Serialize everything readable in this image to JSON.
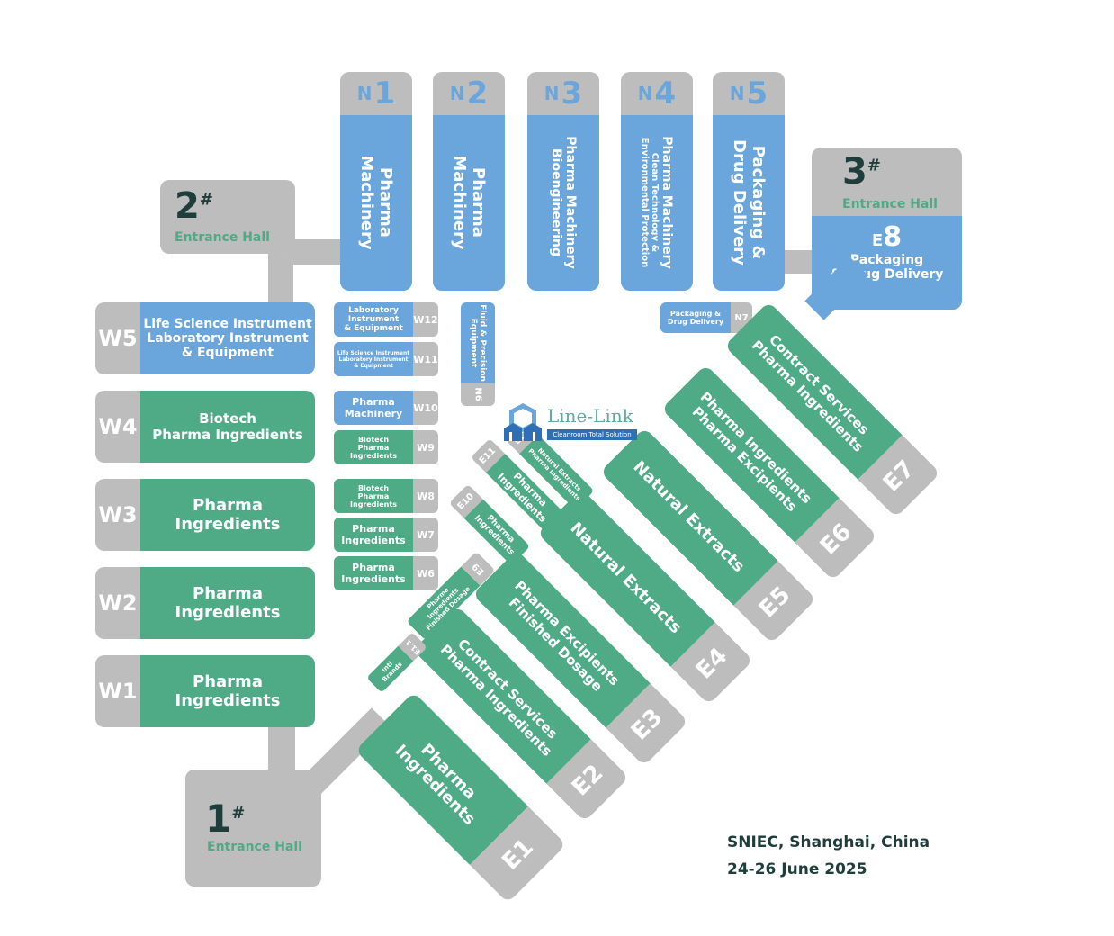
{
  "entrances": {
    "e1": {
      "num": "1",
      "mark": "#",
      "label": "Entrance Hall"
    },
    "e2": {
      "num": "2",
      "mark": "#",
      "label": "Entrance Hall"
    },
    "e3": {
      "num": "3",
      "mark": "#",
      "label": "Entrance Hall"
    }
  },
  "west": [
    {
      "code": "W5",
      "lines": [
        "Life Science Instrument",
        "Laboratory Instrument",
        "& Equipment"
      ]
    },
    {
      "code": "W4",
      "lines": [
        "Biotech",
        "Pharma Ingredients"
      ]
    },
    {
      "code": "W3",
      "lines": [
        "Pharma",
        "Ingredients"
      ]
    },
    {
      "code": "W2",
      "lines": [
        "Pharma",
        "Ingredients"
      ]
    },
    {
      "code": "W1",
      "lines": [
        "Pharma",
        "Ingredients"
      ]
    }
  ],
  "west_small": [
    {
      "code": "W12",
      "lines": [
        "Laboratory",
        "Instrument",
        "& Equipment"
      ]
    },
    {
      "code": "W11",
      "lines": [
        "Life Science Instrument",
        "Laboratory Instrument",
        "& Equipment"
      ]
    },
    {
      "code": "W10",
      "lines": [
        "Pharma",
        "Machinery"
      ]
    },
    {
      "code": "W9",
      "lines": [
        "Biotech",
        "Pharma Ingredients"
      ]
    },
    {
      "code": "W8",
      "lines": [
        "Biotech",
        "Pharma Ingredients"
      ]
    },
    {
      "code": "W7",
      "lines": [
        "Pharma",
        "Ingredients"
      ]
    },
    {
      "code": "W6",
      "lines": [
        "Pharma",
        "Ingredients"
      ]
    }
  ],
  "north": [
    {
      "code": "1",
      "prefix": "N",
      "lines": [
        "Pharma",
        "Machinery"
      ]
    },
    {
      "code": "2",
      "prefix": "N",
      "lines": [
        "Pharma",
        "Machinery"
      ]
    },
    {
      "code": "3",
      "prefix": "N",
      "lines": [
        "Pharma Machinery",
        "Bioengineering"
      ]
    },
    {
      "code": "4",
      "prefix": "N",
      "lines": [
        "Pharma Machinery",
        "Clean Technology &",
        "Environmental Protection"
      ]
    },
    {
      "code": "5",
      "prefix": "N",
      "lines": [
        "Packaging &",
        "Drug Delivery"
      ]
    }
  ],
  "n6": {
    "code": "N6",
    "lines": [
      "Fluid & Precision",
      "Equipment"
    ]
  },
  "n7": {
    "code": "N7",
    "lines": [
      "Packaging &",
      "Drug Delivery"
    ]
  },
  "e8": {
    "prefix": "E",
    "code": "8",
    "lines": [
      "Packaging",
      "& Drug Delivery"
    ]
  },
  "east": [
    {
      "code": "E1",
      "lines": [
        "Pharma",
        "Ingredients"
      ]
    },
    {
      "code": "E2",
      "lines": [
        "Contract Services",
        "Pharma Ingredients"
      ]
    },
    {
      "code": "E3",
      "lines": [
        "Pharma Excipients",
        "Finished Dosage"
      ]
    },
    {
      "code": "E4",
      "lines": [
        "Natural Extracts"
      ]
    },
    {
      "code": "E5",
      "lines": [
        "Natural Extracts"
      ]
    },
    {
      "code": "E6",
      "lines": [
        "Pharma Ingredients",
        "Pharma Excipients"
      ]
    },
    {
      "code": "E7",
      "lines": [
        "Contract Services",
        "Pharma Ingredients"
      ]
    }
  ],
  "east_small": [
    {
      "code": "E1.1",
      "lines": [
        "Intl",
        "Brands"
      ]
    },
    {
      "code": "E9",
      "lines": [
        "Pharma",
        "Ingredients",
        "Finished Dosage"
      ]
    },
    {
      "code": "E10",
      "lines": [
        "Pharma",
        "Ingredients"
      ]
    },
    {
      "code": "E11",
      "lines": [
        "Pharma",
        "Ingredients"
      ]
    },
    {
      "code": "E12",
      "lines": [
        "Natural Extracts",
        "Pharma Ingredients"
      ]
    }
  ],
  "logo": {
    "name": "Line-Link",
    "tagline": "Cleanroom Total Solution"
  },
  "footer": {
    "venue": "SNIEC, Shanghai, China",
    "dates": "24-26 June 2025"
  },
  "colors": {
    "green": "#4faa86",
    "blue": "#6aa6db",
    "grey": "#bdbdbd",
    "dark": "#1f3d3a"
  }
}
